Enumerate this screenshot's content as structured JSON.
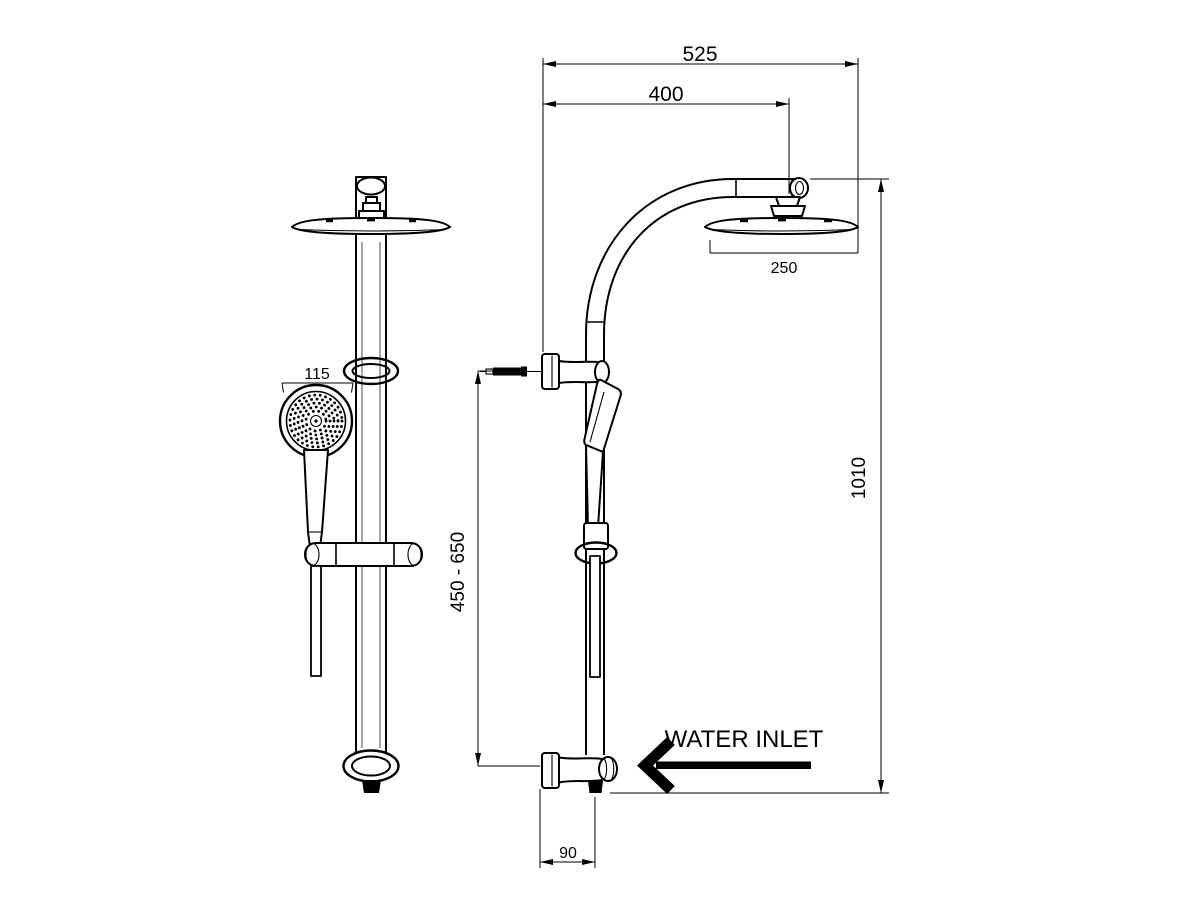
{
  "canvas": {
    "background": "#ffffff",
    "line_color": "#000000"
  },
  "front_view": {
    "dims": {
      "handset_diameter": "115"
    }
  },
  "side_view": {
    "dims": {
      "overall_width": "525",
      "arm_projection": "400",
      "head_diameter": "250",
      "overall_height": "1010",
      "bracket_range": "450 - 650",
      "inlet_offset": "90"
    },
    "water_inlet_label": "WATER INLET"
  }
}
